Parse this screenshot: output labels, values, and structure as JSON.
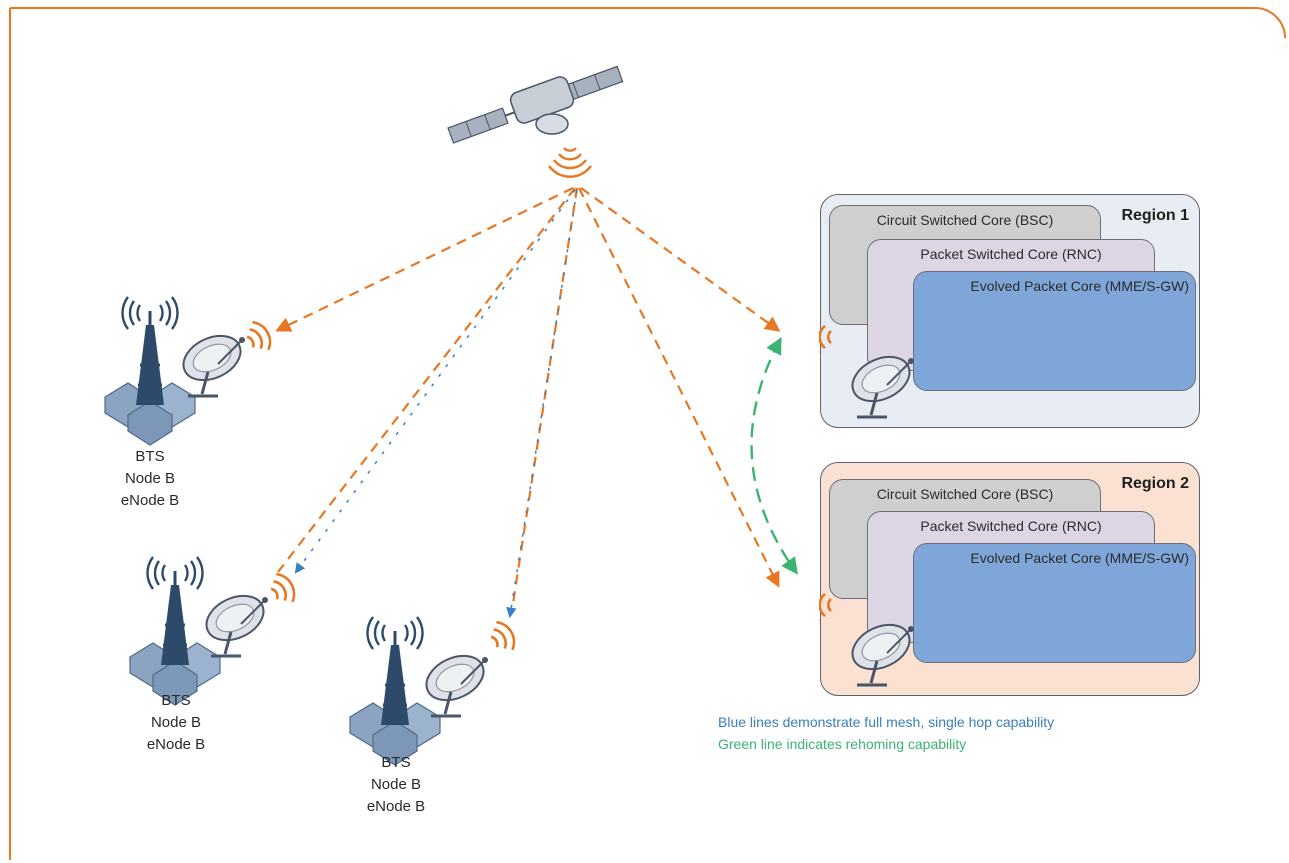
{
  "colors": {
    "frame": "#e87722",
    "orange_link": "#e87722",
    "blue_link": "#3a7fbf",
    "green_link": "#3cb371",
    "region_1_bg": "#e8ecf3",
    "region_2_bg": "#fbe1d2",
    "epc_fill": "#7ea6d9"
  },
  "icons": [
    "satellite-icon",
    "tower-icon",
    "dish-icon",
    "signal-icon"
  ],
  "sites": [
    {
      "lines": [
        "BTS",
        "Node B",
        "eNode B"
      ]
    },
    {
      "lines": [
        "BTS",
        "Node B",
        "eNode B"
      ]
    },
    {
      "lines": [
        "BTS",
        "Node B",
        "eNode B"
      ]
    }
  ],
  "regions": [
    {
      "title": "Region 1",
      "cores": {
        "bsc": "Circuit Switched Core (BSC)",
        "rnc": "Packet Switched Core (RNC)",
        "epc": "Evolved Packet Core (MME/S-GW)"
      }
    },
    {
      "title": "Region 2",
      "cores": {
        "bsc": "Circuit Switched Core (BSC)",
        "rnc": "Packet Switched Core (RNC)",
        "epc": "Evolved Packet Core (MME/S-GW)"
      }
    }
  ],
  "legend": {
    "blue": "Blue lines demonstrate full mesh, single hop capability",
    "green": "Green line indicates rehoming capability"
  }
}
